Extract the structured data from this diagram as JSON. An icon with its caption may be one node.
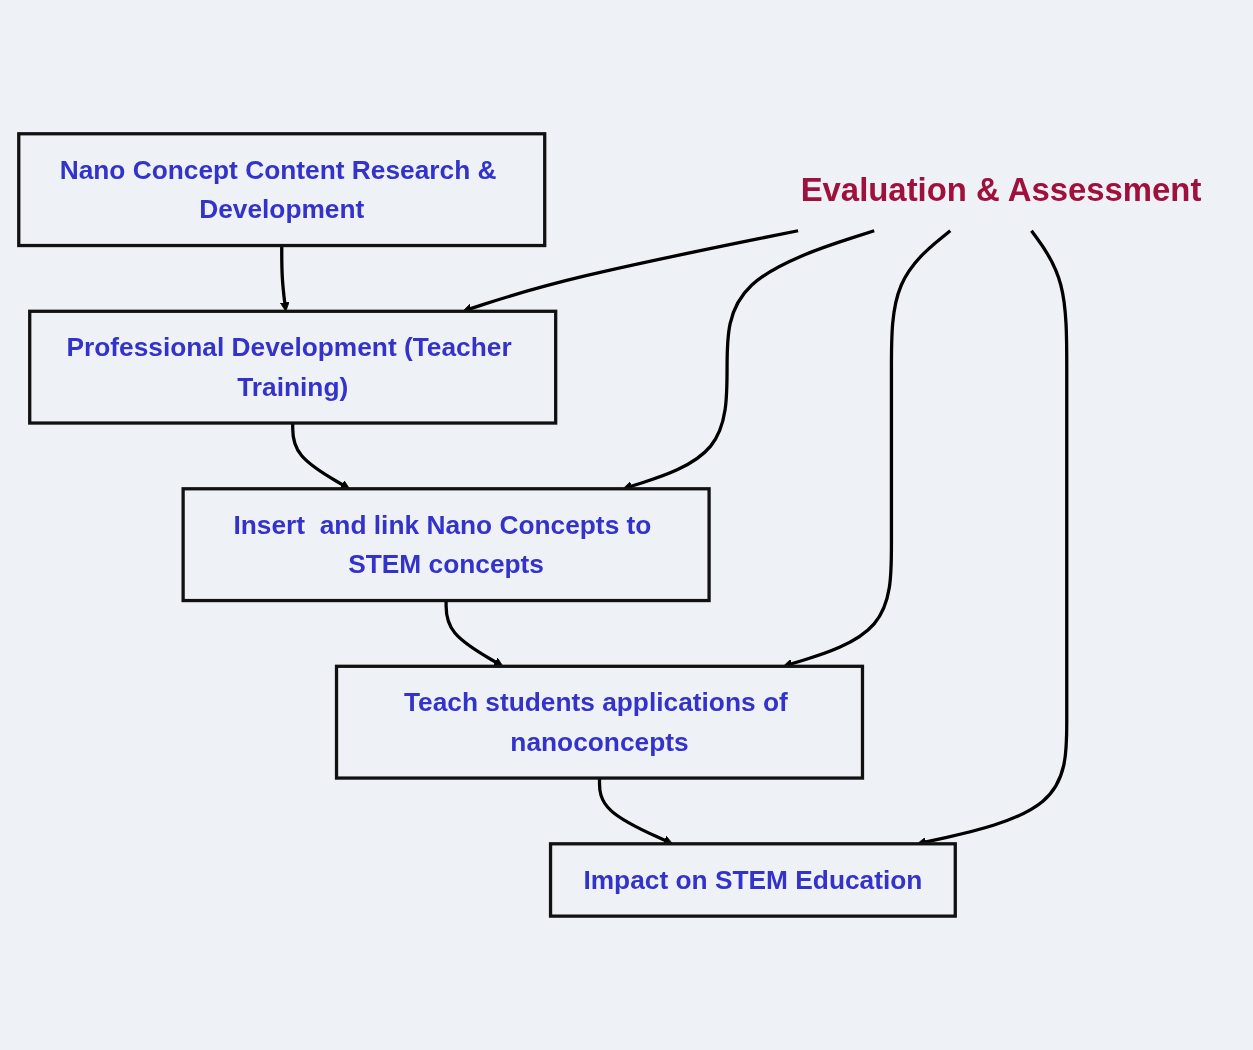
{
  "diagram": {
    "nodes": [
      {
        "text": [
          "Nano Concept Content Research & Development"
        ]
      },
      {
        "text": [
          "Professional Development (Teacher Training)"
        ]
      },
      {
        "text": [
          "Insert  and link Nano Concepts to STEM concepts"
        ]
      },
      {
        "text": [
          "Teach students applications of nanoconcepts"
        ]
      },
      {
        "text": [
          "Impact on STEM Education"
        ]
      },
      {
        "text": [
          "Evaluation & Assessment"
        ]
      }
    ],
    "edges": [
      {
        "from": 0,
        "to": 1,
        "arrow": "to"
      },
      {
        "from": 1,
        "to": 2,
        "arrow": "to"
      },
      {
        "from": 2,
        "to": 3,
        "arrow": "to"
      },
      {
        "from": 3,
        "to": 4,
        "arrow": "to"
      },
      {
        "from": 5,
        "to": 1,
        "arrow": "to"
      },
      {
        "from": 5,
        "to": 2,
        "arrow": "to"
      },
      {
        "from": 5,
        "to": 3,
        "arrow": "to"
      },
      {
        "from": 5,
        "to": 4,
        "arrow": "to"
      }
    ]
  }
}
